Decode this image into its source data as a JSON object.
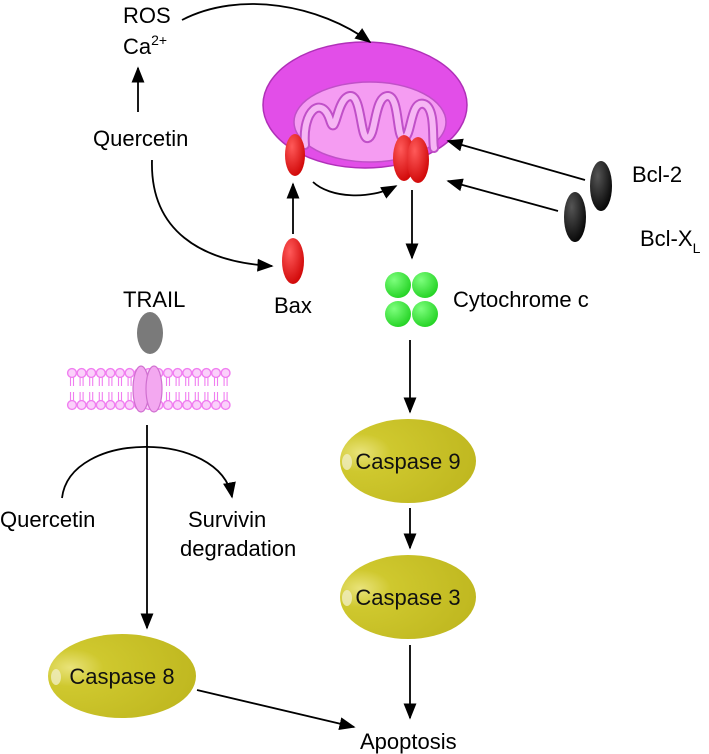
{
  "labels": {
    "ros": "ROS",
    "ca_base": "Ca",
    "ca_sup": "2+",
    "quercetin_top": "Quercetin",
    "bax": "Bax",
    "bcl2": "Bcl-2",
    "bclxl_base": "Bcl-X",
    "bclxl_sub": "L",
    "cytochrome_c": "Cytochrome c",
    "trail": "TRAIL",
    "quercetin_bottom": "Quercetin",
    "survivin_line1": "Survivin",
    "survivin_line2": "degradation",
    "apoptosis": "Apoptosis"
  },
  "caspases": {
    "c9": "Caspase 9",
    "c3": "Caspase 3",
    "c8": "Caspase 8"
  },
  "colors": {
    "mito_outer": "#e24ee8",
    "mito_inner": "#f59cf2",
    "bax_red": "#e00000",
    "bcl_black": "#000000",
    "cyto_green": "#22e022",
    "trail_gray": "#7a7a7a",
    "membrane_pink": "#f07ef0",
    "caspase_fill": "#c9c22a"
  }
}
